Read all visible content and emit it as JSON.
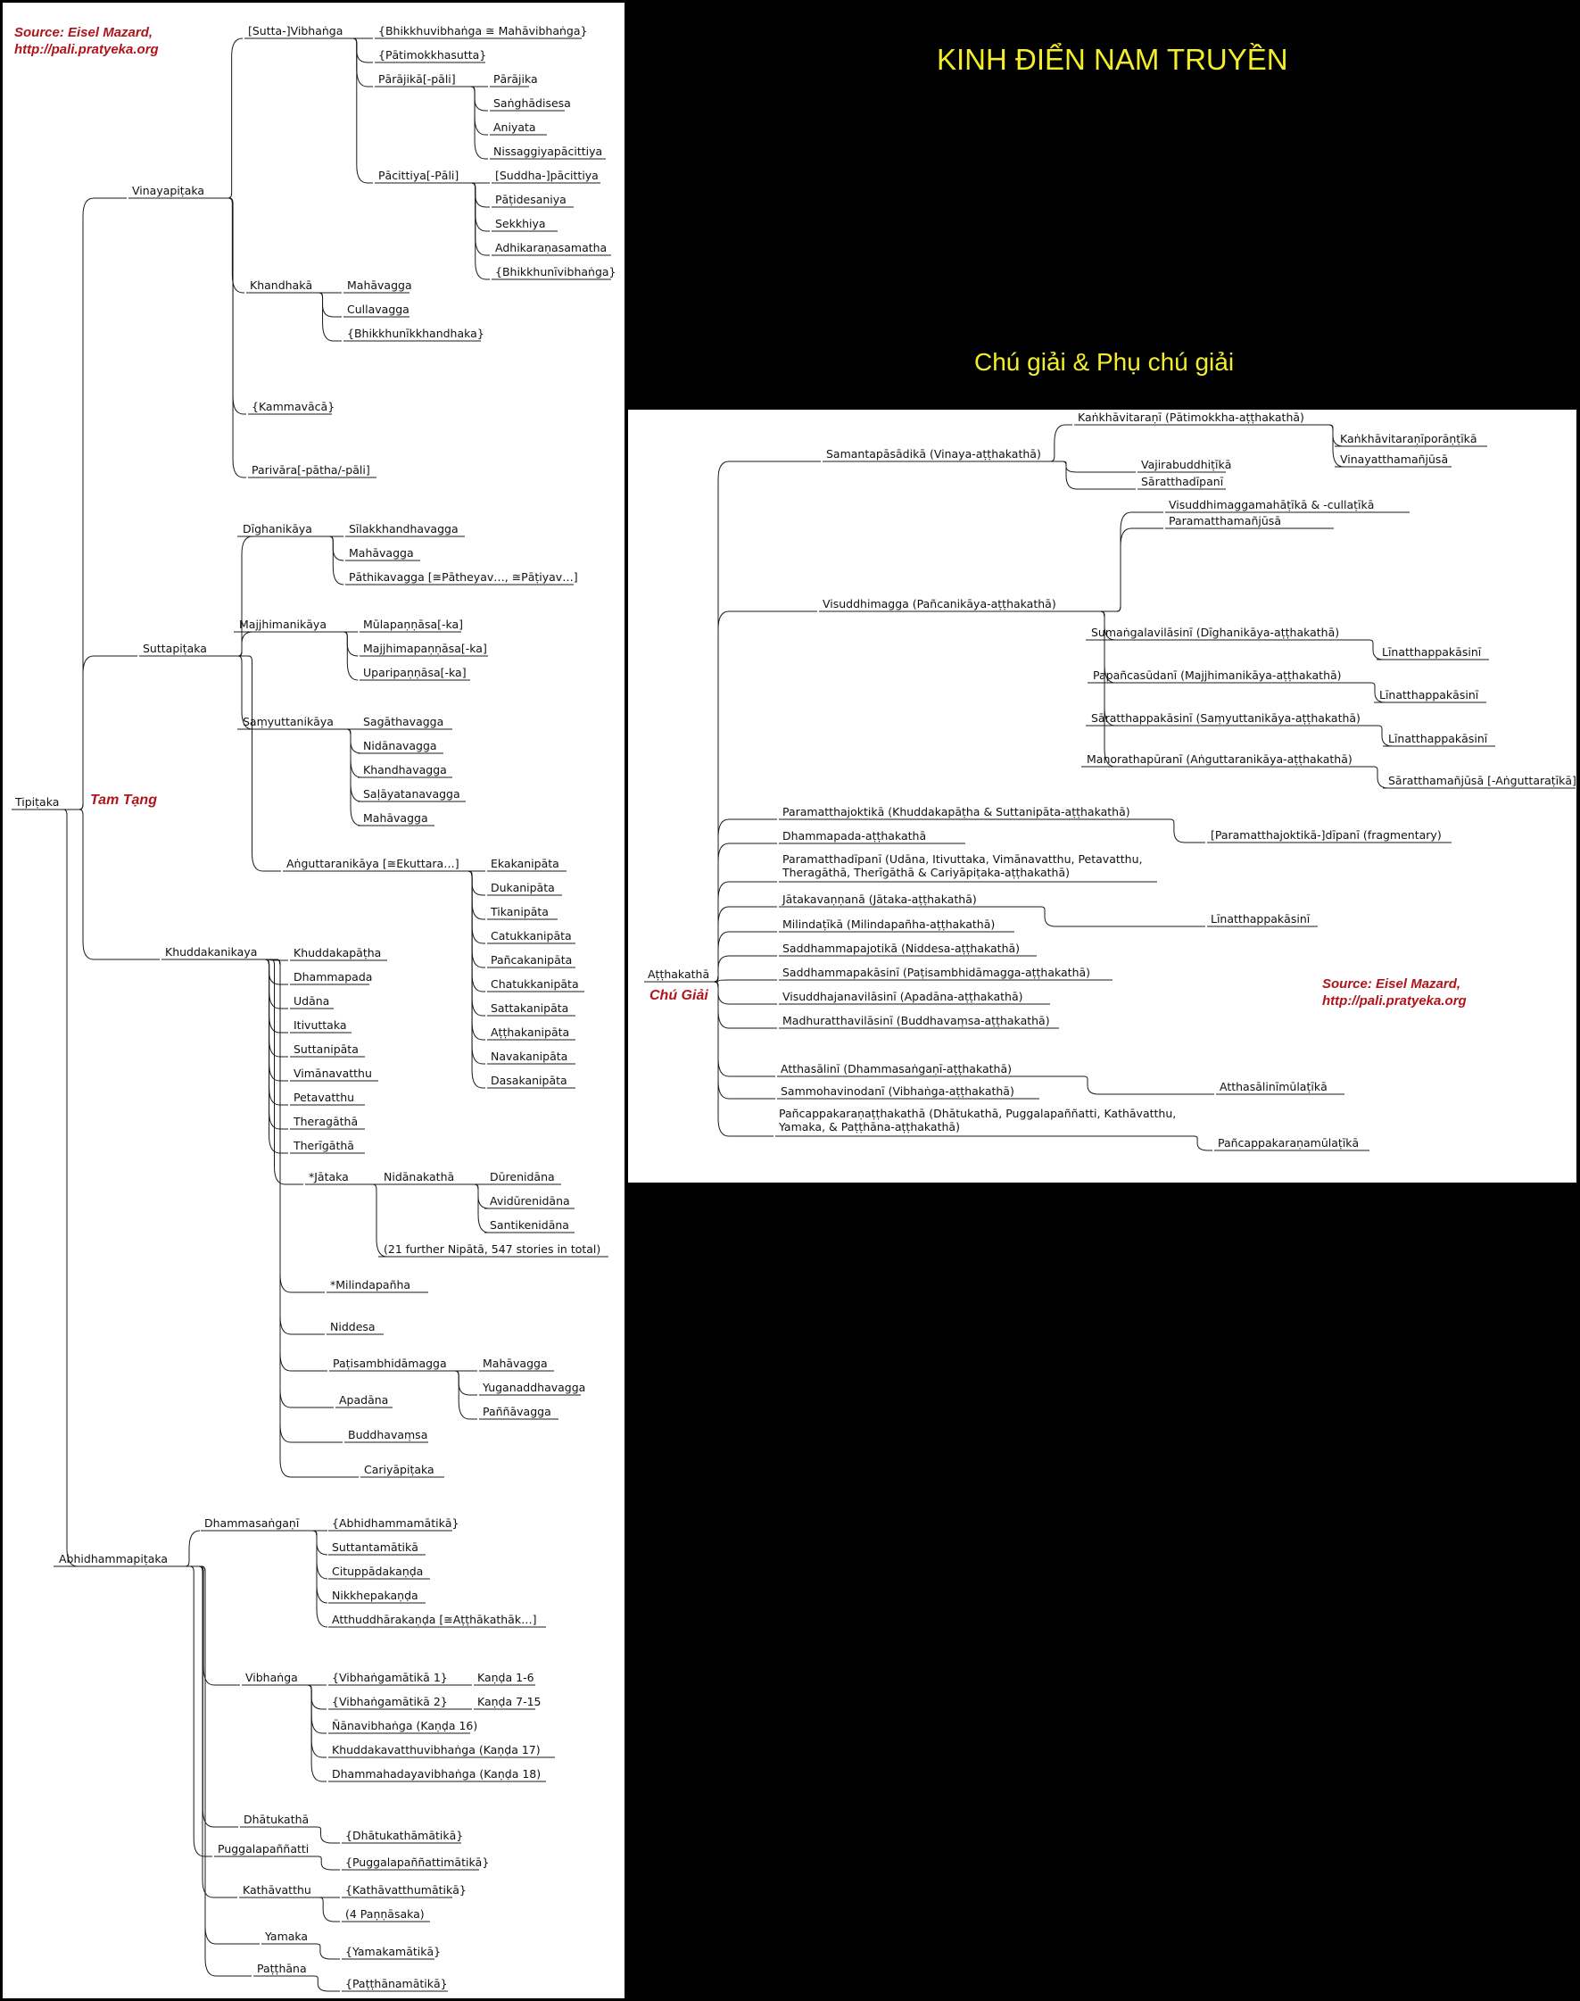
{
  "main_title": "KINH ĐIỂN NAM TRUYỀN",
  "sub_title": "Chú giải & Phụ chú giải",
  "left": {
    "source_line1": "Source: Eisel Mazard,",
    "source_line2": "http://pali.pratyeka.org",
    "root_tag": "Tam Tạng",
    "nodes": [
      "Tipiṭaka",
      "Vinayapiṭaka",
      "[Sutta-]Vibhaṅga",
      "{Bhikkhuvibhaṅga ≅ Mahāvibhaṅga}",
      "{Pātimokkhasutta}",
      "Pārājikā[-pāli]",
      "Pārājika",
      "Saṅghādisesa",
      "Aniyata",
      "Nissaggiyapācittiya",
      "Pācittiya[-Pāli]",
      "[Suddha-]pācittiya",
      "Pāṭidesaniya",
      "Sekkhiya",
      "Adhikaraṇasamatha",
      "{Bhikkhunīvibhaṅga}",
      "Khandhakā",
      "Mahāvagga",
      "Cullavagga",
      "{Bhikkhunīkkhandhaka}",
      "{Kammavācā}",
      "Parivāra[-pātha/-pāli]",
      "Suttapiṭaka",
      "Dīghanikāya",
      "Sīlakkhandhavagga",
      "Mahāvagga",
      "Pāthikavagga [≅Pātheyav…, ≅Pāṭiyav…]",
      "Majjhimanikāya",
      "Mūlapaṇṇāsa[-ka]",
      "Majjhimapaṇṇāsa[-ka]",
      "Uparipaṇṇāsa[-ka]",
      "Saṃyuttanikāya",
      "Sagāthavagga",
      "Nidānavagga",
      "Khandhavagga",
      "Saḷāyatanavagga",
      "Mahāvagga",
      "Aṅguttaranikāya [≅Ekuttara…]",
      "Ekakanipāta",
      "Dukanipāta",
      "Tikanipāta",
      "Catukkanipāta",
      "Pañcakanipāta",
      "Chatukkanipāta",
      "Sattakanipāta",
      "Aṭṭhakanipāta",
      "Navakanipāta",
      "Dasakanipāta",
      "Khuddakanikaya",
      "Khuddakapāṭha",
      "Dhammapada",
      "Udāna",
      "Itivuttaka",
      "Suttanipāta",
      "Vimānavatthu",
      "Petavatthu",
      "Theragāthā",
      "Therīgāthā",
      "*Jātaka",
      "Nidānakathā",
      "Dūrenidāna",
      "Avidūrenidāna",
      "Santikenidāna",
      "(21 further Nipātā, 547 stories in total)",
      "*Milindapañha",
      "Niddesa",
      "Paṭisambhidāmagga",
      "Mahāvagga",
      "Yuganaddhavagga",
      "Paññāvagga",
      "Apadāna",
      "Buddhavaṃsa",
      "Cariyāpiṭaka",
      "Abhidhammapiṭaka",
      "Dhammasaṅgaṇī",
      "{Abhidhammamātikā}",
      "Suttantamātikā",
      "Cituppādakaṇḍa",
      "Nikkhepakaṇḍa",
      "Atthuddhārakaṇḍa [≅Aṭṭhākathāk…]",
      "Vibhaṅga",
      "{Vibhaṅgamātikā 1}",
      "Kaṇḍa 1-6",
      "{Vibhaṅgamātikā 2}",
      "Kaṇḍa 7-15",
      "Ñānavibhaṅga (Kaṇḍa 16)",
      "Khuddakavatthuvibhaṅga (Kaṇḍa 17)",
      "Dhammahadayavibhaṅga (Kaṇḍa 18)",
      "Dhātukathā",
      "{Dhātukathāmātikā}",
      "Puggalapaññatti",
      "{Puggalapaññattimātikā}",
      "Kathāvatthu",
      "{Kathāvatthumātikā}",
      "(4 Paṇṇāsaka)",
      "Yamaka",
      "{Yamakamātikā}",
      "Paṭṭhāna",
      "{Paṭṭhānamātikā}"
    ]
  },
  "right": {
    "source_line1": "Source: Eisel Mazard,",
    "source_line2": "http://pali.pratyeka.org",
    "root_tag": "Chú Giải",
    "nodes": [
      "Aṭṭhakathā",
      "Samantapāsādikā (Vinaya-aṭṭhakathā)",
      "Kaṅkhāvitaraṇī (Pātimokkha-aṭṭhakathā)",
      "Kaṅkhāvitaraṇīporāṇṭīkā",
      "Vinayatthamañjūsā",
      "Vajirabuddhiṭīkā",
      "Sāratthadīpanī",
      "Visuddhimagga (Pañcanikāya-aṭṭhakathā)",
      "Visuddhimaggamahāṭīkā & -cullaṭīkā",
      "Paramatthamañjūsā",
      "Sumaṅgalavilāsinī (Dīghanikāya-aṭṭhakathā)",
      "Līnatthappakāsinī",
      "Papañcasūdanī (Majjhimanikāya-aṭṭhakathā)",
      "Līnatthappakāsinī",
      "Sāratthappakāsinī (Saṃyuttanikāya-aṭṭhakathā)",
      "Līnatthappakāsinī",
      "Manorathapūranī (Aṅguttaranikāya-aṭṭhakathā)",
      "Sāratthamañjūsā [-Aṅguttaraṭīkā]",
      "Paramatthajoktikā (Khuddakapāṭha & Suttanipāta-aṭṭhakathā)",
      "[Paramatthajoktikā-]dīpanī (fragmentary)",
      "Dhammapada-aṭṭhakathā",
      "Paramatthadīpanī (Udāna, Itivuttaka, Vimānavatthu, Petavatthu, Theragāthā, Therīgāthā & Cariyāpiṭaka-aṭṭhakathā)",
      "Jātakavaṇṇanā (Jātaka-aṭṭhakathā)",
      "Līnatthappakāsinī",
      "Milindaṭīkā (Milindapañha-aṭṭhakathā)",
      "Saddhammapajotikā (Niddesa-aṭṭhakathā)",
      "Saddhammapakāsinī (Paṭisambhidāmagga-aṭṭhakathā)",
      "Visuddhajanavilāsinī (Apadāna-aṭṭhakathā)",
      "Madhuratthavilāsinī (Buddhavaṃsa-aṭṭhakathā)",
      "Atthasālinī (Dhammasaṅgaṇī-aṭṭhakathā)",
      "Atthasālinīmūlaṭīkā",
      "Sammohavinodanī (Vibhaṅga-aṭṭhakathā)",
      "Pañcappakaraṇaṭṭhakathā (Dhātukathā, Puggalapaññatti, Kathāvatthu, Yamaka, & Paṭṭhāna-aṭṭhakathā)",
      "Pañcappakaraṇamūlaṭīkā"
    ]
  }
}
